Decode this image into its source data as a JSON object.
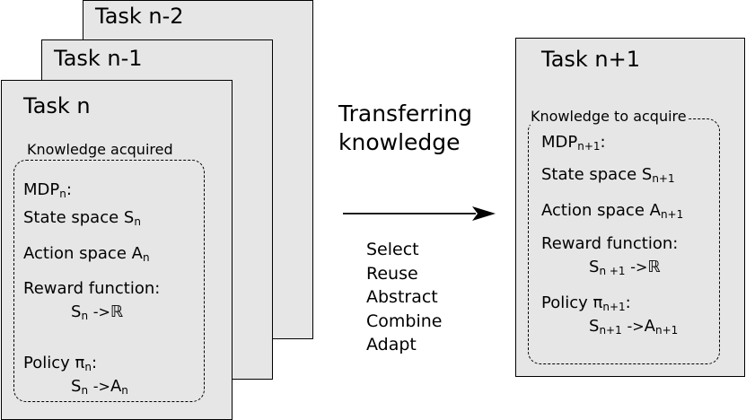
{
  "stack": {
    "task_n2": "Task n-2",
    "task_n1": "Task n-1",
    "task_n": "Task n",
    "knowledge_label": "Knowledge acquired",
    "mdp": {
      "main": "MDP",
      "sub": "n",
      "tail": ":"
    },
    "state": {
      "main": "State space S",
      "sub": "n"
    },
    "action": {
      "main": "Action space A",
      "sub": "n"
    },
    "reward": "Reward function:",
    "reward_map": {
      "a": "S",
      "sub": "n",
      "arrow": "->",
      "b": "ℝ"
    },
    "policy": {
      "main": "Policy π",
      "sub": "n",
      "tail": ":"
    },
    "policy_map": {
      "a": "S",
      "sub": "n",
      "arrow": "->",
      "b": "A",
      "sub2": "n"
    }
  },
  "middle": {
    "heading_line1": "Transferring",
    "heading_line2": "knowledge",
    "operations": [
      "Select",
      "Reuse",
      "Abstract",
      "Combine",
      "Adapt"
    ]
  },
  "target": {
    "task": "Task n+1",
    "knowledge_label": "Knowledge to acquire",
    "mdp": {
      "main": "MDP",
      "sub": "n+1",
      "tail": ":"
    },
    "state": {
      "main": "State space S",
      "sub": "n+1"
    },
    "action": {
      "main": "Action space A",
      "sub": "n+1"
    },
    "reward": "Reward function:",
    "reward_map": {
      "a": "S",
      "sub": "n +1",
      "arrow": "->",
      "b": "ℝ"
    },
    "policy": {
      "main": "Policy π",
      "sub": "n+1",
      "tail": ":"
    },
    "policy_map": {
      "a": "S",
      "sub": "n+1",
      "arrow": "->",
      "b": "A",
      "sub2": "n+1"
    }
  }
}
